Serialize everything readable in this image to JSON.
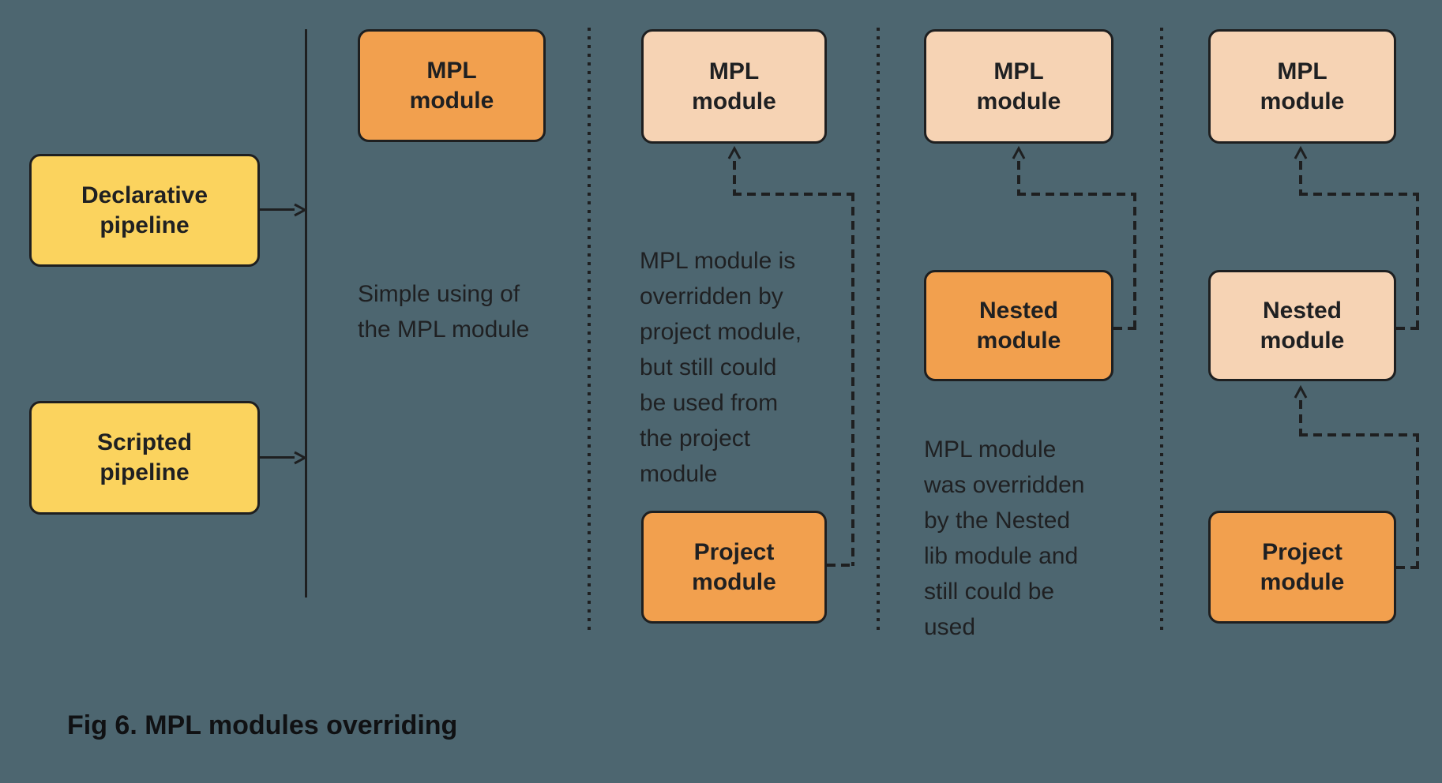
{
  "figure": {
    "caption": "Fig 6. MPL modules overriding"
  },
  "palette": {
    "background": "#4D6670",
    "box-orange": "#F2A04E",
    "box-peach": "#F6D3B4",
    "box-yellow": "#FBD35E",
    "line": "#1E1F20",
    "text": "#1F2022"
  },
  "pipelines": {
    "declarative": "Declarative\npipeline",
    "scripted": "Scripted\npipeline"
  },
  "columns": [
    {
      "name": "simple-using",
      "mpl": "MPL\nmodule",
      "note": "Simple using of\nthe MPL module"
    },
    {
      "name": "project-override",
      "mpl": "MPL\nmodule",
      "project": "Project\nmodule",
      "note": "MPL module is\noverridden by\nproject module,\nbut still could\nbe used from\nthe project\nmodule"
    },
    {
      "name": "nested-override",
      "mpl": "MPL\nmodule",
      "nested": "Nested\nmodule",
      "note": "MPL module\nwas overridden\nby the Nested\nlib module and\nstill could be\nused"
    },
    {
      "name": "nested-project-override",
      "mpl": "MPL\nmodule",
      "nested": "Nested\nmodule",
      "project": "Project\nmodule"
    }
  ]
}
